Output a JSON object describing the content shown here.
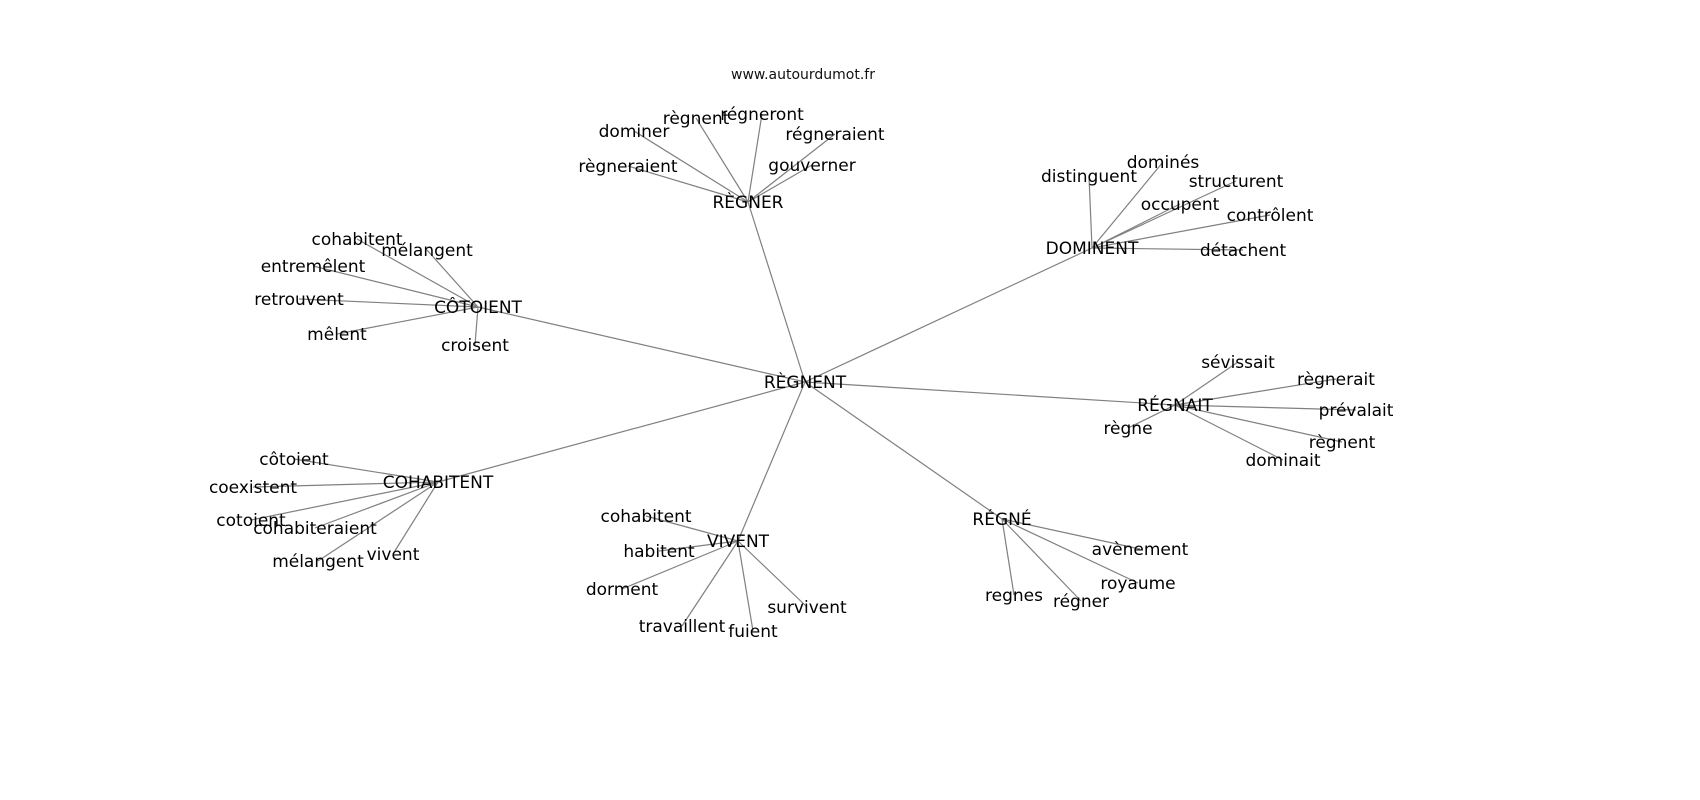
{
  "site": "www.autourdumot.fr",
  "center": "RÈGNENT",
  "groups": [
    {
      "hub": "RÈGNER",
      "leaves": [
        "dominer",
        "règnent",
        "régneront",
        "régneraient",
        "règneraient",
        "gouverner"
      ]
    },
    {
      "hub": "DOMINENT",
      "leaves": [
        "distinguent",
        "dominés",
        "structurent",
        "occupent",
        "contrôlent",
        "détachent"
      ]
    },
    {
      "hub": "RÉGNAIT",
      "leaves": [
        "sévissait",
        "règnerait",
        "prévalait",
        "règnent",
        "dominait",
        "règne"
      ]
    },
    {
      "hub": "CÔTOIENT",
      "leaves": [
        "cohabitent",
        "mélangent",
        "entremêlent",
        "retrouvent",
        "mêlent",
        "croisent"
      ]
    },
    {
      "hub": "COHABITENT",
      "leaves": [
        "côtoient",
        "coexistent",
        "cotoient",
        "cohabiteraient",
        "mélangent",
        "vivent"
      ]
    },
    {
      "hub": "VIVENT",
      "leaves": [
        "cohabitent",
        "habitent",
        "dorment",
        "survivent",
        "travaillent",
        "fuient"
      ]
    },
    {
      "hub": "RÉGNÉ",
      "leaves": [
        "avènement",
        "royaume",
        "regnes",
        "régner"
      ]
    }
  ],
  "colors": {
    "edge": "#808080",
    "text": "#000000"
  }
}
